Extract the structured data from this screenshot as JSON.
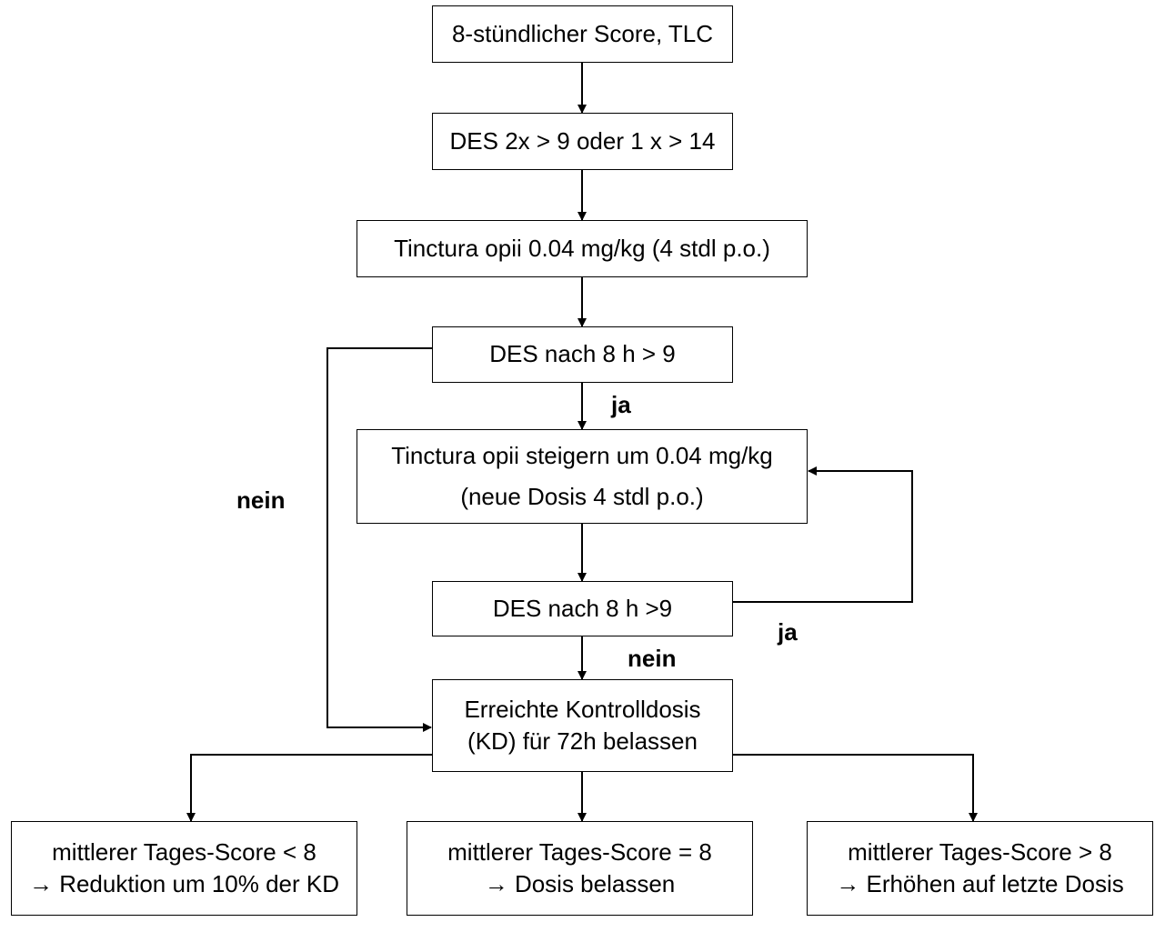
{
  "nodes": {
    "score_tlc": "8-stündlicher Score, TLC",
    "des_threshold": "DES 2x > 9 oder 1 x > 14",
    "tinctura_start": "Tinctura opii 0.04 mg/kg (4 stdl p.o.)",
    "des_check_1": "DES nach 8 h > 9",
    "tinctura_increase_line1": "Tinctura opii steigern um 0.04 mg/kg",
    "tinctura_increase_line2": "(neue Dosis 4 stdl p.o.)",
    "des_check_2": "DES nach 8 h >9",
    "control_dose_line1": "Erreichte Kontrolldosis",
    "control_dose_line2": "(KD) für 72h belassen",
    "outcome_lt_line1": "mittlerer Tages-Score < 8",
    "outcome_lt_line2": "→ Reduktion um 10% der KD",
    "outcome_eq_line1": "mittlerer Tages-Score = 8",
    "outcome_eq_line2": "→  Dosis belassen",
    "outcome_gt_line1": "mittlerer Tages-Score > 8",
    "outcome_gt_line2": "→ Erhöhen auf letzte Dosis"
  },
  "edge_labels": {
    "check1_yes": "ja",
    "check1_no": "nein",
    "check2_yes": "ja",
    "check2_no": "nein"
  }
}
